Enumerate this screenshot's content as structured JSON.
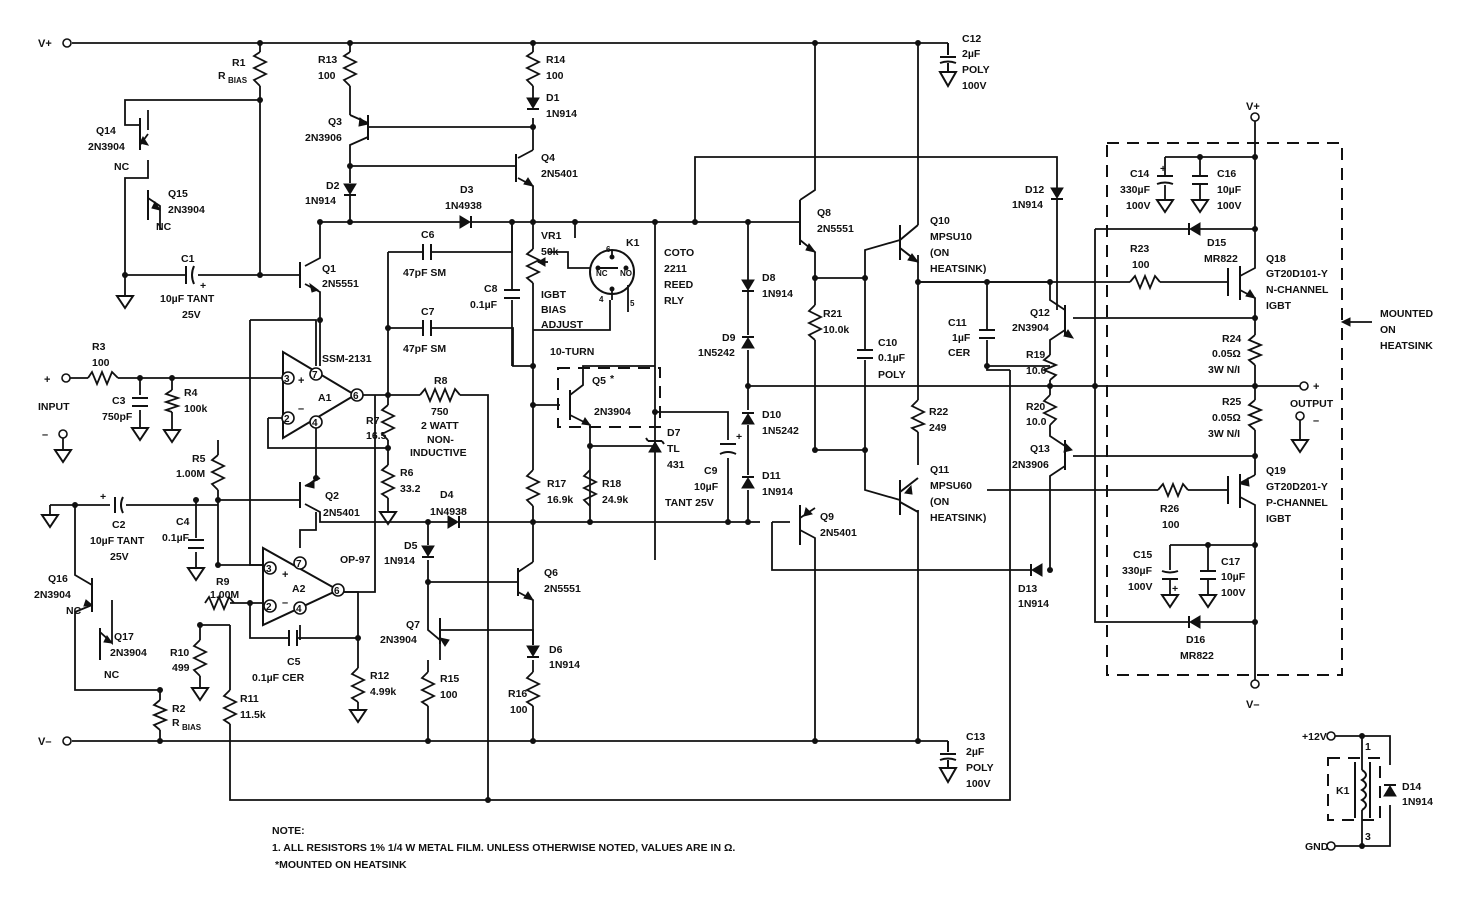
{
  "labels": {
    "vplus": "V+",
    "vminus": "V–",
    "r1": "R1",
    "r1_val": "R",
    "r1_sub": "BIAS",
    "r2": "R2",
    "r2_val": "R",
    "r2_sub": "BIAS",
    "r13": "R13",
    "r13_val": "100",
    "r14": "R14",
    "r14_val": "100",
    "d1": "D1",
    "d1_val": "1N914",
    "q3": "Q3",
    "q3_val": "2N3906",
    "q4": "Q4",
    "q4_val": "2N5401",
    "q14": "Q14",
    "q14_val": "2N3904",
    "nc1": "NC",
    "q15": "Q15",
    "q15_val": "2N3904",
    "nc2": "NC",
    "d2": "D2",
    "d2_val": "1N914",
    "d3": "D3",
    "d3_val": "1N4938",
    "c1": "C1",
    "c1_plus": "+",
    "c1_val": "10µF TANT",
    "c1_val2": "25V",
    "q1": "Q1",
    "q1_val": "2N5551",
    "c6": "C6",
    "c6_val": "47pF SM",
    "c7": "C7",
    "c7_val": "47pF SM",
    "c8": "C8",
    "c8_val": "0.1µF",
    "vr1": "VR1",
    "vr1_val": "50k",
    "igbt1": "IGBT",
    "igbt2": "BIAS",
    "igbt3": "ADJUST",
    "turn": "10-TURN",
    "k1": "K1",
    "nc": "NC",
    "no": "NO",
    "pin6": "6",
    "pin4": "4",
    "pin5": "5",
    "coto1": "COTO",
    "coto2": "2211",
    "coto3": "REED",
    "coto4": "RLY",
    "q8": "Q8",
    "q8_val": "2N5551",
    "d8": "D8",
    "d8_val": "1N914",
    "d9": "D9",
    "d9_val": "1N5242",
    "d10": "D10",
    "d10_val": "1N5242",
    "d11": "D11",
    "d11_val": "1N914",
    "r21": "R21",
    "r21_val": "10.0k",
    "r22": "R22",
    "r22_val": "249",
    "q10": "Q10",
    "q10_val": "MPSU10",
    "q10_n1": "(ON",
    "q10_n2": "HEATSINK)",
    "q11": "Q11",
    "q11_val": "MPSU60",
    "q11_n1": "(ON",
    "q11_n2": "HEATSINK)",
    "c10": "C10",
    "c10_val": "0.1µF",
    "c10_val2": "POLY",
    "c11": "C11",
    "c11_val": "1µF",
    "c11_val2": "CER",
    "c12": "C12",
    "c12_val": "2µF",
    "c12_val2": "POLY",
    "c12_val3": "100V",
    "c13": "C13",
    "c13_val": "2µF",
    "c13_val2": "POLY",
    "c13_val3": "100V",
    "r3": "R3",
    "r3_val": "100",
    "input_plus": "+",
    "input": "INPUT",
    "input_minus": "–",
    "c3": "C3",
    "c3_val": "750pF",
    "r4": "R4",
    "r4_val": "100k",
    "ssm": "SSM-2131",
    "a1": "A1",
    "a2": "A2",
    "op97": "OP-97",
    "r7": "R7",
    "r7_val": "16.5",
    "r8": "R8",
    "r8_val": "750",
    "r8_n1": "2 WATT",
    "r8_n2": "NON-",
    "r8_n3": "INDUCTIVE",
    "r6": "R6",
    "r6_val": "33.2",
    "r5": "R5",
    "r5_val": "1.00M",
    "q5": "Q5",
    "q5_star": "*",
    "q5_val": "2N3904",
    "d7": "D7",
    "d7_val": "TL",
    "d7_val2": "431",
    "c9": "C9",
    "c9_val": "10µF",
    "c9_val2": "TANT 25V",
    "r17": "R17",
    "r17_val": "16.9k",
    "r18": "R18",
    "r18_val": "24.9k",
    "q2": "Q2",
    "q2_val": "2N5401",
    "d4": "D4",
    "d4_val": "1N4938",
    "c2": "C2",
    "c2_plus": "+",
    "c2_val": "10µF TANT",
    "c2_val2": "25V",
    "c4": "C4",
    "c4_val": "0.1µF",
    "q16": "Q16",
    "q16_val": "2N3904",
    "nc3": "NC",
    "q17": "Q17",
    "q17_val": "2N3904",
    "nc4": "NC",
    "r9": "R9",
    "r9_val": "1.00M",
    "c5": "C5",
    "c5_val": "0.1µF CER",
    "r10": "R10",
    "r10_val": "499",
    "r11": "R11",
    "r11_val": "11.5k",
    "r12": "R12",
    "r12_val": "4.99k",
    "d5": "D5",
    "d5_val": "1N914",
    "q6": "Q6",
    "q6_val": "2N5551",
    "q7": "Q7",
    "q7_val": "2N3904",
    "d6": "D6",
    "d6_val": "1N914",
    "r15": "R15",
    "r15_val": "100",
    "r16": "R16",
    "r16_val": "100",
    "q9": "Q9",
    "q9_val": "2N5401",
    "d12": "D12",
    "d12_val": "1N914",
    "d13": "D13",
    "d13_val": "1N914",
    "c14": "C14",
    "c14_val": "330µF",
    "c14_val2": "100V",
    "c16": "C16",
    "c16_val": "10µF",
    "c16_val2": "100V",
    "d15": "D15",
    "d15_val": "MR822",
    "r23": "R23",
    "r23_val": "100",
    "q18": "Q18",
    "q18_val": "GT20D101-Y",
    "q18_n1": "N-CHANNEL",
    "q18_n2": "IGBT",
    "q12": "Q12",
    "q12_val": "2N3904",
    "r19": "R19",
    "r19_val": "10.0",
    "r20": "R20",
    "r20_val": "10.0",
    "q13": "Q13",
    "q13_val": "2N3906",
    "r24": "R24",
    "r24_val": "0.05Ω",
    "r24_val2": "3W N/I",
    "r25": "R25",
    "r25_val": "0.05Ω",
    "r25_val2": "3W N/I",
    "mounted1": "MOUNTED",
    "mounted2": "ON",
    "mounted3": "HEATSINK",
    "output_plus": "+",
    "output": "OUTPUT",
    "output_minus": "–",
    "q19": "Q19",
    "q19_val": "GT20D201-Y",
    "q19_n1": "P-CHANNEL",
    "q19_n2": "IGBT",
    "r26": "R26",
    "r26_val": "100",
    "c15": "C15",
    "c15_val": "330µF",
    "c15_val2": "100V",
    "c17": "C17",
    "c17_val": "10µF",
    "c17_val2": "100V",
    "d16": "D16",
    "d16_val": "MR822",
    "v12": "+12V",
    "gnd": "GND",
    "k1b": "K1",
    "pin1": "1",
    "pin3": "3",
    "d14": "D14",
    "d14_val": "1N914",
    "note_title": "NOTE:",
    "note_1": "1. ALL RESISTORS 1% 1/4 W METAL FILM. UNLESS OTHERWISE NOTED, VALUES ARE IN Ω.",
    "note_2": "*MOUNTED ON HEATSINK",
    "a1_p3": "3",
    "a1_p7": "7",
    "a1_p2": "2",
    "a1_p4": "4",
    "a1_p6": "6",
    "a2_p3": "3",
    "a2_p7": "7",
    "a2_p2": "2",
    "a2_p4": "4",
    "a2_p6": "6",
    "plus_sign": "+",
    "minus_sign": "–"
  }
}
